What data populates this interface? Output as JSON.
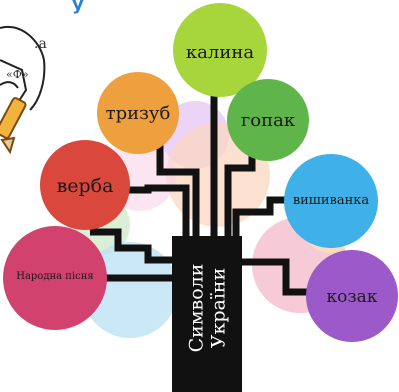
{
  "diagram": {
    "trunk_label_line1": "Символи",
    "trunk_label_line2": "України",
    "branches": [
      {
        "label": "калина",
        "color": "#a6d63c"
      },
      {
        "label": "тризуб",
        "color": "#eda03d"
      },
      {
        "label": "гопак",
        "color": "#5fb54a"
      },
      {
        "label": "верба",
        "color": "#d9473d"
      },
      {
        "label": "вишиванка",
        "color": "#3fb1e8"
      },
      {
        "label": "Народна пісня",
        "color": "#d1426e"
      },
      {
        "label": "козак",
        "color": "#9b59c9"
      }
    ]
  },
  "sketch": {
    "letter_a": ".а",
    "letter_f": "«Ф»"
  },
  "colors": {
    "trunk": "#111111",
    "header_text": "#2a7fd4"
  }
}
